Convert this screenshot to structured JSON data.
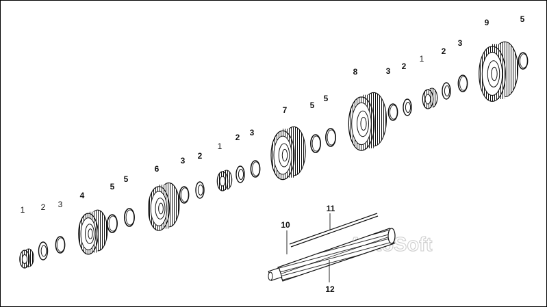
{
  "watermark": "AutoSoft",
  "labels": {
    "p1a": "1",
    "p2a": "2",
    "p3a": "3",
    "p4": "4",
    "p5a": "5",
    "p5b": "5",
    "p6": "6",
    "p3b": "3",
    "p2b": "2",
    "p1b": "1",
    "p2c": "2",
    "p3c": "3",
    "p7": "7",
    "p5c": "5",
    "p5d": "5",
    "p8": "8",
    "p3d": "3",
    "p2d": "2",
    "p1c": "1",
    "p2e": "2",
    "p3e": "3",
    "p9": "9",
    "p5e": "5",
    "p10": "10",
    "p11": "11",
    "p12": "12"
  },
  "colors": {
    "line": "#111111",
    "background": "#ffffff",
    "watermark_outline": "#c8c8c8"
  },
  "icons": {
    "gear": "spur-gear",
    "bearing": "needle-bearing",
    "ring": "snap-ring",
    "washer": "thrust-washer",
    "shaft": "splined-shaft"
  }
}
